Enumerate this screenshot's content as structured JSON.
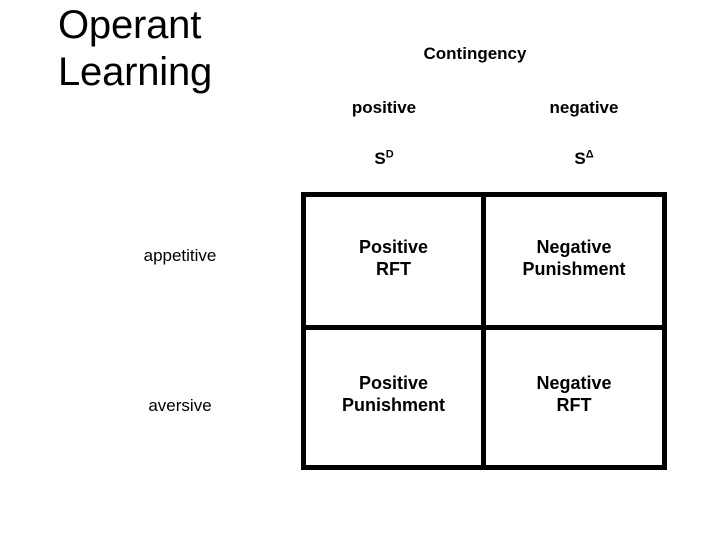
{
  "slide": {
    "title": "Operant\nLearning"
  },
  "matrix": {
    "dimension_label": "Contingency",
    "columns": [
      {
        "label": "positive",
        "stimulus_symbol": "S",
        "stimulus_superscript": "D"
      },
      {
        "label": "negative",
        "stimulus_symbol": "S",
        "stimulus_superscript": "Δ"
      }
    ],
    "rows": [
      {
        "label": "appetitive"
      },
      {
        "label": "aversive"
      }
    ],
    "cells": [
      [
        {
          "text": "Positive\nRFT"
        },
        {
          "text": "Negative\nPunishment"
        }
      ],
      [
        {
          "text": "Positive\nPunishment"
        },
        {
          "text": "Negative\nRFT"
        }
      ]
    ]
  },
  "colors": {
    "background": "#ffffff",
    "text": "#000000",
    "border": "#000000"
  }
}
